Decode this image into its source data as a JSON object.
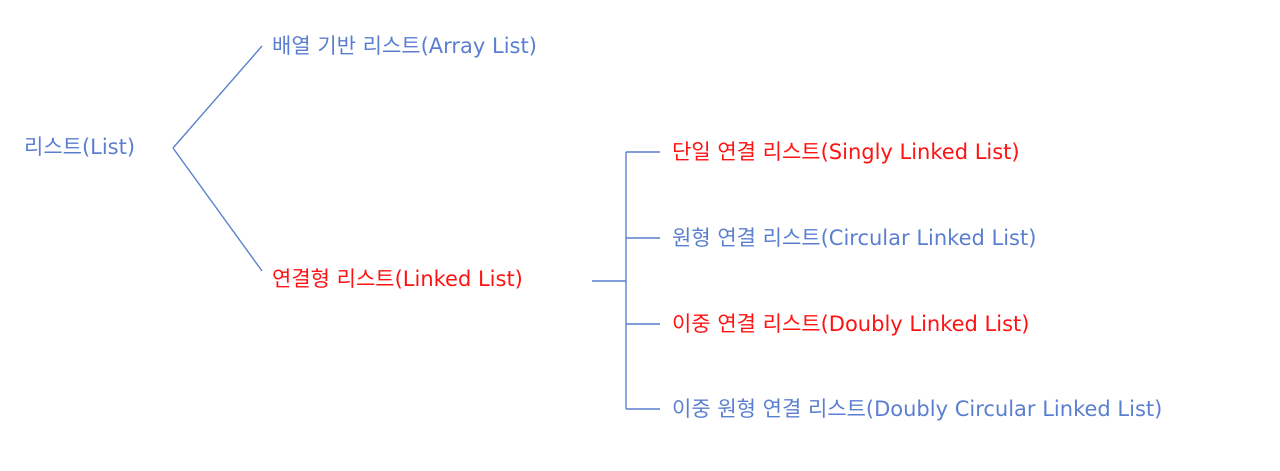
{
  "colors": {
    "normal": "#5b7fd0",
    "highlight": "#ff1212",
    "line": "#5b7fd0"
  },
  "nodes": {
    "root": {
      "label": "리스트(List)",
      "highlight": false
    },
    "array_list": {
      "label": "배열 기반 리스트(Array List)",
      "highlight": false
    },
    "linked_list": {
      "label": "연결형 리스트(Linked List)",
      "highlight": true
    },
    "singly_linked": {
      "label": "단일 연결 리스트(Singly Linked List)",
      "highlight": true
    },
    "circular_linked": {
      "label": "원형 연결 리스트(Circular Linked List)",
      "highlight": false
    },
    "doubly_linked": {
      "label": "이중 연결 리스트(Doubly Linked List)",
      "highlight": true
    },
    "doubly_circular_linked": {
      "label": "이중 원형 연결 리스트(Doubly Circular Linked List)",
      "highlight": false
    }
  }
}
